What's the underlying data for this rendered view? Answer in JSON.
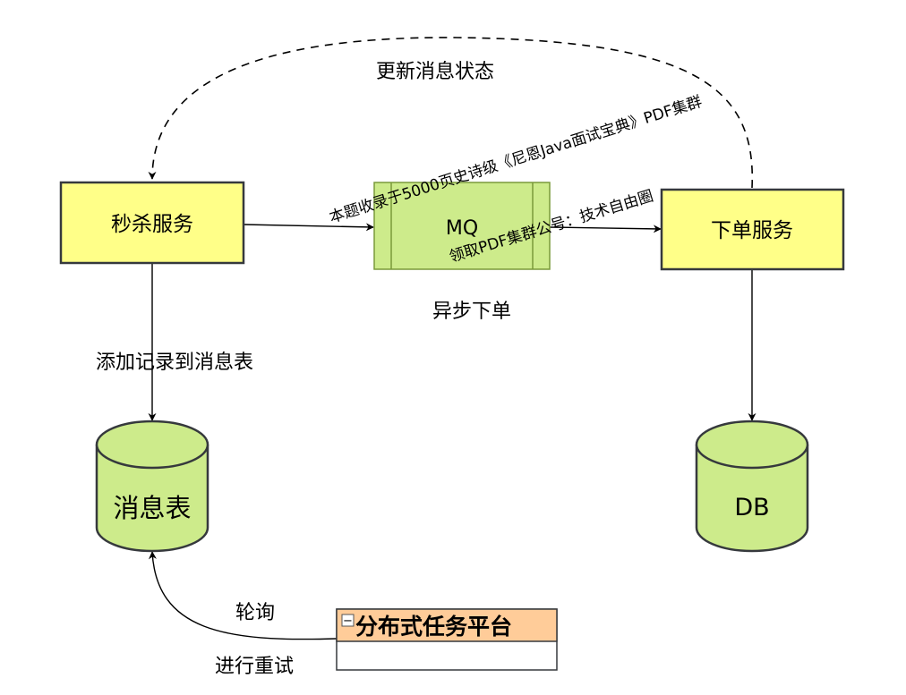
{
  "colors": {
    "service_fill": "#ffff88",
    "service_stroke": "#36393d",
    "mq_fill": "#cdeb8b",
    "mq_stroke": "#7a9a3a",
    "db_fill": "#cdeb8b",
    "db_stroke": "#36393d",
    "platform_header_fill": "#ffcc99",
    "platform_stroke": "#36393d",
    "edge": "#000000"
  },
  "nodes": {
    "seckill_service": "秒杀服务",
    "mq": "MQ",
    "order_service": "下单服务",
    "message_table": "消息表",
    "db": "DB",
    "task_platform": {
      "collapse_glyph": "−",
      "title": "分布式任务平台"
    }
  },
  "edges": {
    "update_status": "更新消息状态",
    "async_order": "异步下单",
    "add_record": "添加记录到消息表",
    "poll": "轮询",
    "retry": "进行重试"
  },
  "watermarks": {
    "line1": "本题收录于5000页史诗级《尼恩Java面试宝典》PDF集群",
    "line2": "领取PDF集群公号：技术自由圈"
  }
}
